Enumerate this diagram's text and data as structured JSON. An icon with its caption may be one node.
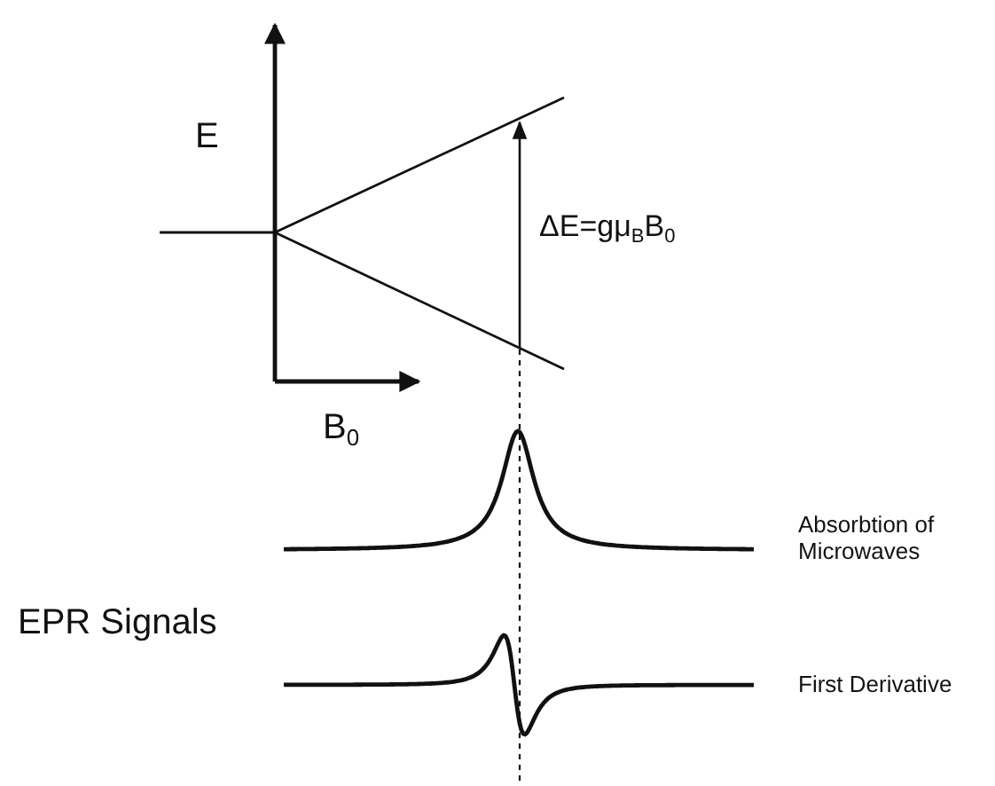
{
  "diagram": {
    "labels": [
      "E",
      "ΔE=gμ$_{B}$B$_{0}$",
      "B$_{0}$",
      "Absorbtion of Microwaves",
      "EPR Signals",
      "First Derivative"
    ]
  }
}
